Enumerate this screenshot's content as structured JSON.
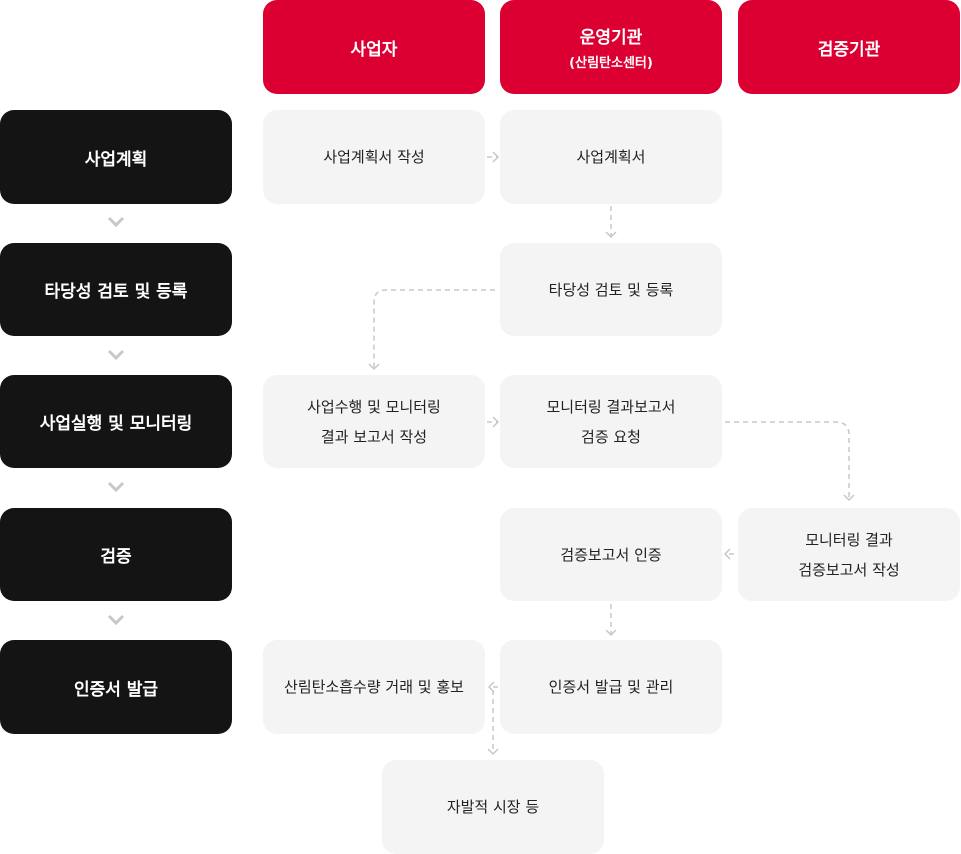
{
  "columns": {
    "business": "사업자",
    "operator": "운영기관",
    "operator_sub": "(산림탄소센터)",
    "verifier": "검증기관"
  },
  "stages": [
    "사업계획",
    "타당성 검토 및 등록",
    "사업실행 및 모니터링",
    "검증",
    "인증서 발급"
  ],
  "nodes": {
    "plan_write": "사업계획서 작성",
    "plan_doc": "사업계획서",
    "validation": "타당성 검토 및 등록",
    "monitor_write_1": "사업수행 및 모니터링",
    "monitor_write_2": "결과 보고서 작성",
    "verify_request_1": "모니터링 결과보고서",
    "verify_request_2": "검증 요청",
    "verify_report_cert": "검증보고서 인증",
    "verify_write_1": "모니터링 결과",
    "verify_write_2": "검증보고서 작성",
    "trade_promo": "산림탄소흡수량 거래 및 홍보",
    "cert_issue": "인증서 발급 및 관리",
    "voluntary_market": "자발적 시장 등"
  },
  "colors": {
    "header_red": "#dc0032",
    "stage_black": "#141414",
    "node_gray": "#f4f4f4",
    "arrow_gray": "#c8c8c8"
  }
}
